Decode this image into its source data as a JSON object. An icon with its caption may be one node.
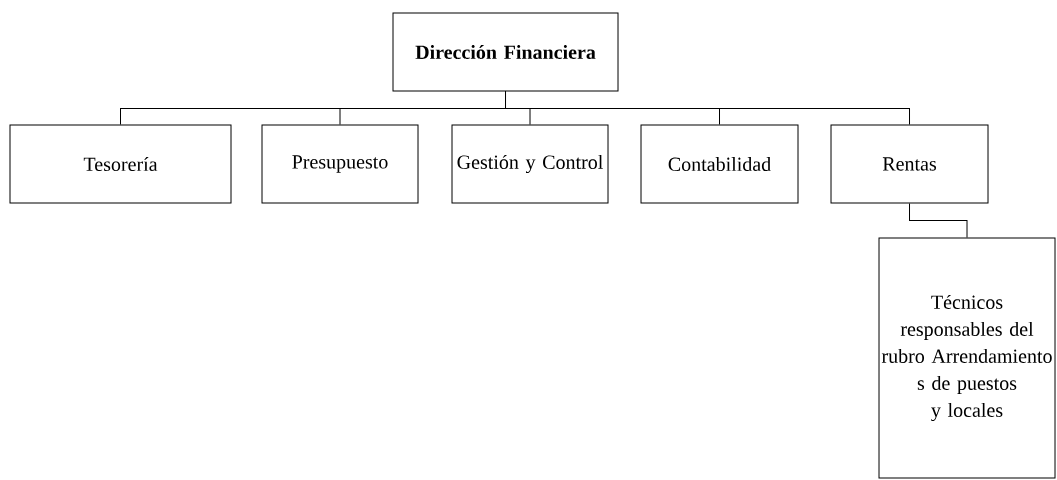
{
  "diagram": {
    "nodes": [
      {
        "text": [
          "Dirección Financiera"
        ]
      },
      {
        "text": [
          "Tesorería"
        ]
      },
      {
        "text": [
          "Presupuesto"
        ]
      },
      {
        "text": [
          "Gestión y Control"
        ]
      },
      {
        "text": [
          "Contabilidad"
        ]
      },
      {
        "text": [
          "Rentas"
        ]
      },
      {
        "text": [
          "Técnicos responsables del rubro Arrendamiento s de puestos y locales"
        ]
      }
    ],
    "edges": [
      {
        "from": 0,
        "to": 1,
        "arrow": "none"
      },
      {
        "from": 0,
        "to": 2,
        "arrow": "none"
      },
      {
        "from": 0,
        "to": 3,
        "arrow": "none"
      },
      {
        "from": 0,
        "to": 4,
        "arrow": "none"
      },
      {
        "from": 0,
        "to": 5,
        "arrow": "none"
      },
      {
        "from": 5,
        "to": 6,
        "arrow": "none"
      }
    ]
  }
}
